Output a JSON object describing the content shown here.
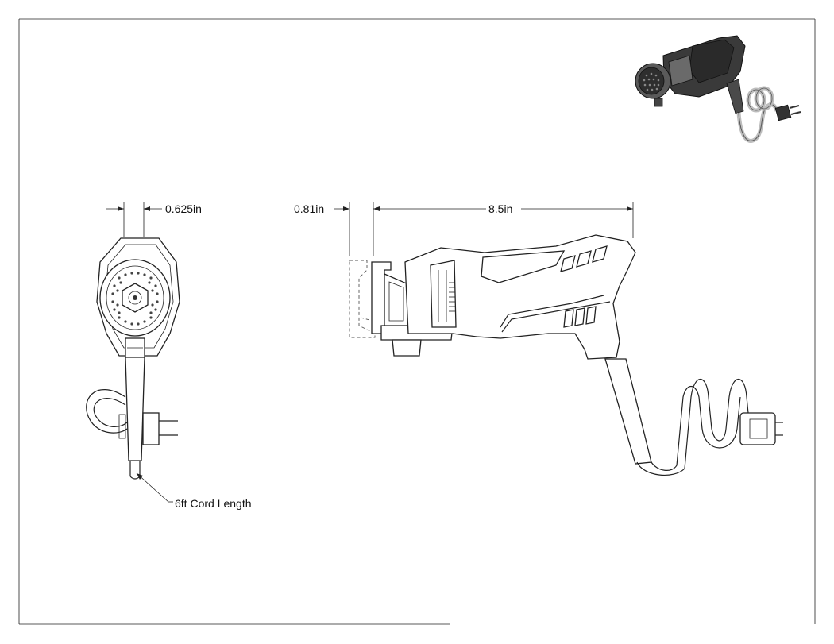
{
  "dimensions": {
    "shaft_width": "0.625in",
    "blade_offset": "0.81in",
    "tool_length": "8.5in"
  },
  "callouts": {
    "cord_length": "6ft Cord Length"
  },
  "colors": {
    "line": "#222222",
    "render_dark": "#3a3a3a",
    "render_light": "#bdbdbd"
  }
}
